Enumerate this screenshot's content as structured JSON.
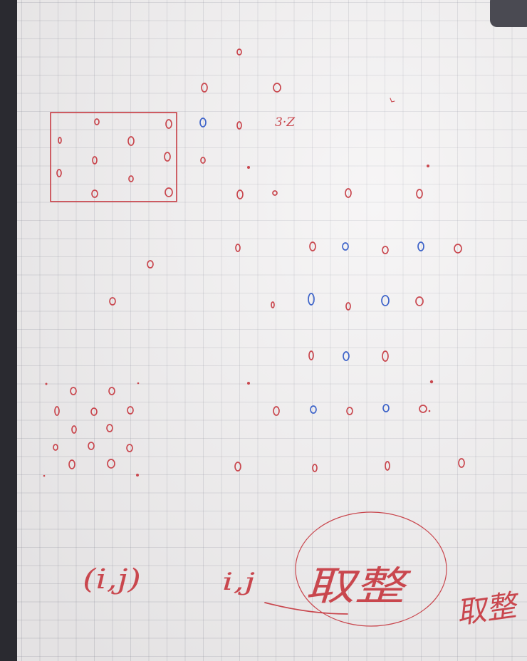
{
  "annotations": {
    "label_3z": "3·Z",
    "index_pair": "(i,j)",
    "index_plain": "i,j",
    "circled_word": "取整",
    "side_word": "取整"
  }
}
